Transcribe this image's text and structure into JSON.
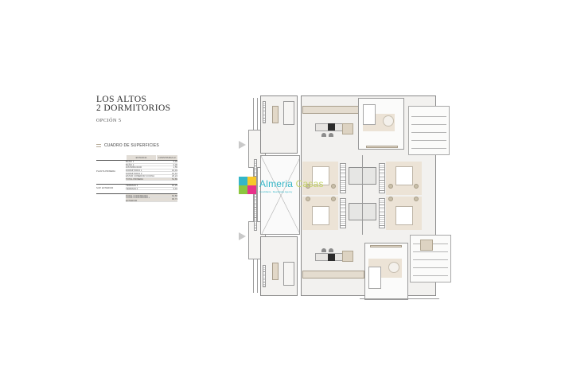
{
  "header": {
    "title_line1": "LOS ALTOS",
    "title_line2": "2 DORMITORIOS",
    "option": "OPCIÓN 5"
  },
  "surfaces": {
    "section_title": "CUADRO DE SUPERFICIES",
    "columns": {
      "room": "ESTANCIA",
      "built": "CONSTRUIDA m²"
    },
    "groups": [
      {
        "label": "PLANTA PRIMERA",
        "rows": [
          {
            "name": "BAÑO 1",
            "value": "3,49"
          },
          {
            "name": "BAÑO 2",
            "value": "3,36"
          },
          {
            "name": "DISTRIBUIDOR",
            "value": "1,55"
          },
          {
            "name": "DORMITORIO 1",
            "value": "10,49"
          },
          {
            "name": "DORMITORIO 2",
            "value": "10,16"
          },
          {
            "name": "ESTAR COMEDOR COCINA",
            "value": "20,24"
          }
        ],
        "total": {
          "name": "TOTAL PRIMERA",
          "value": "51,89"
        }
      },
      {
        "label": "SUP. EXTERIOR",
        "rows": [
          {
            "name": "TERRAZA 1",
            "value": "10,25"
          },
          {
            "name": "TERRAZA 2",
            "value": "3,01"
          }
        ]
      }
    ],
    "totals": [
      {
        "name": "TOTAL CONSTRUIDA",
        "value": "62,86"
      },
      {
        "name": "TOTAL CONSTRUIDA + EXTERIOR",
        "value": "96,73"
      }
    ]
  },
  "watermark": {
    "brand_part1": "Almeria",
    "brand_part2": "Casas",
    "tagline": "Inmobiliaria · Real Estate Agency",
    "colors": {
      "blue": "#35b6c7",
      "green": "#8cc63f",
      "yellow": "#f7c82b",
      "pink": "#e8318a",
      "lime": "#c5d36a"
    }
  },
  "plan": {
    "accent_rug": "#ece3d6",
    "entry_arrows": 2
  }
}
